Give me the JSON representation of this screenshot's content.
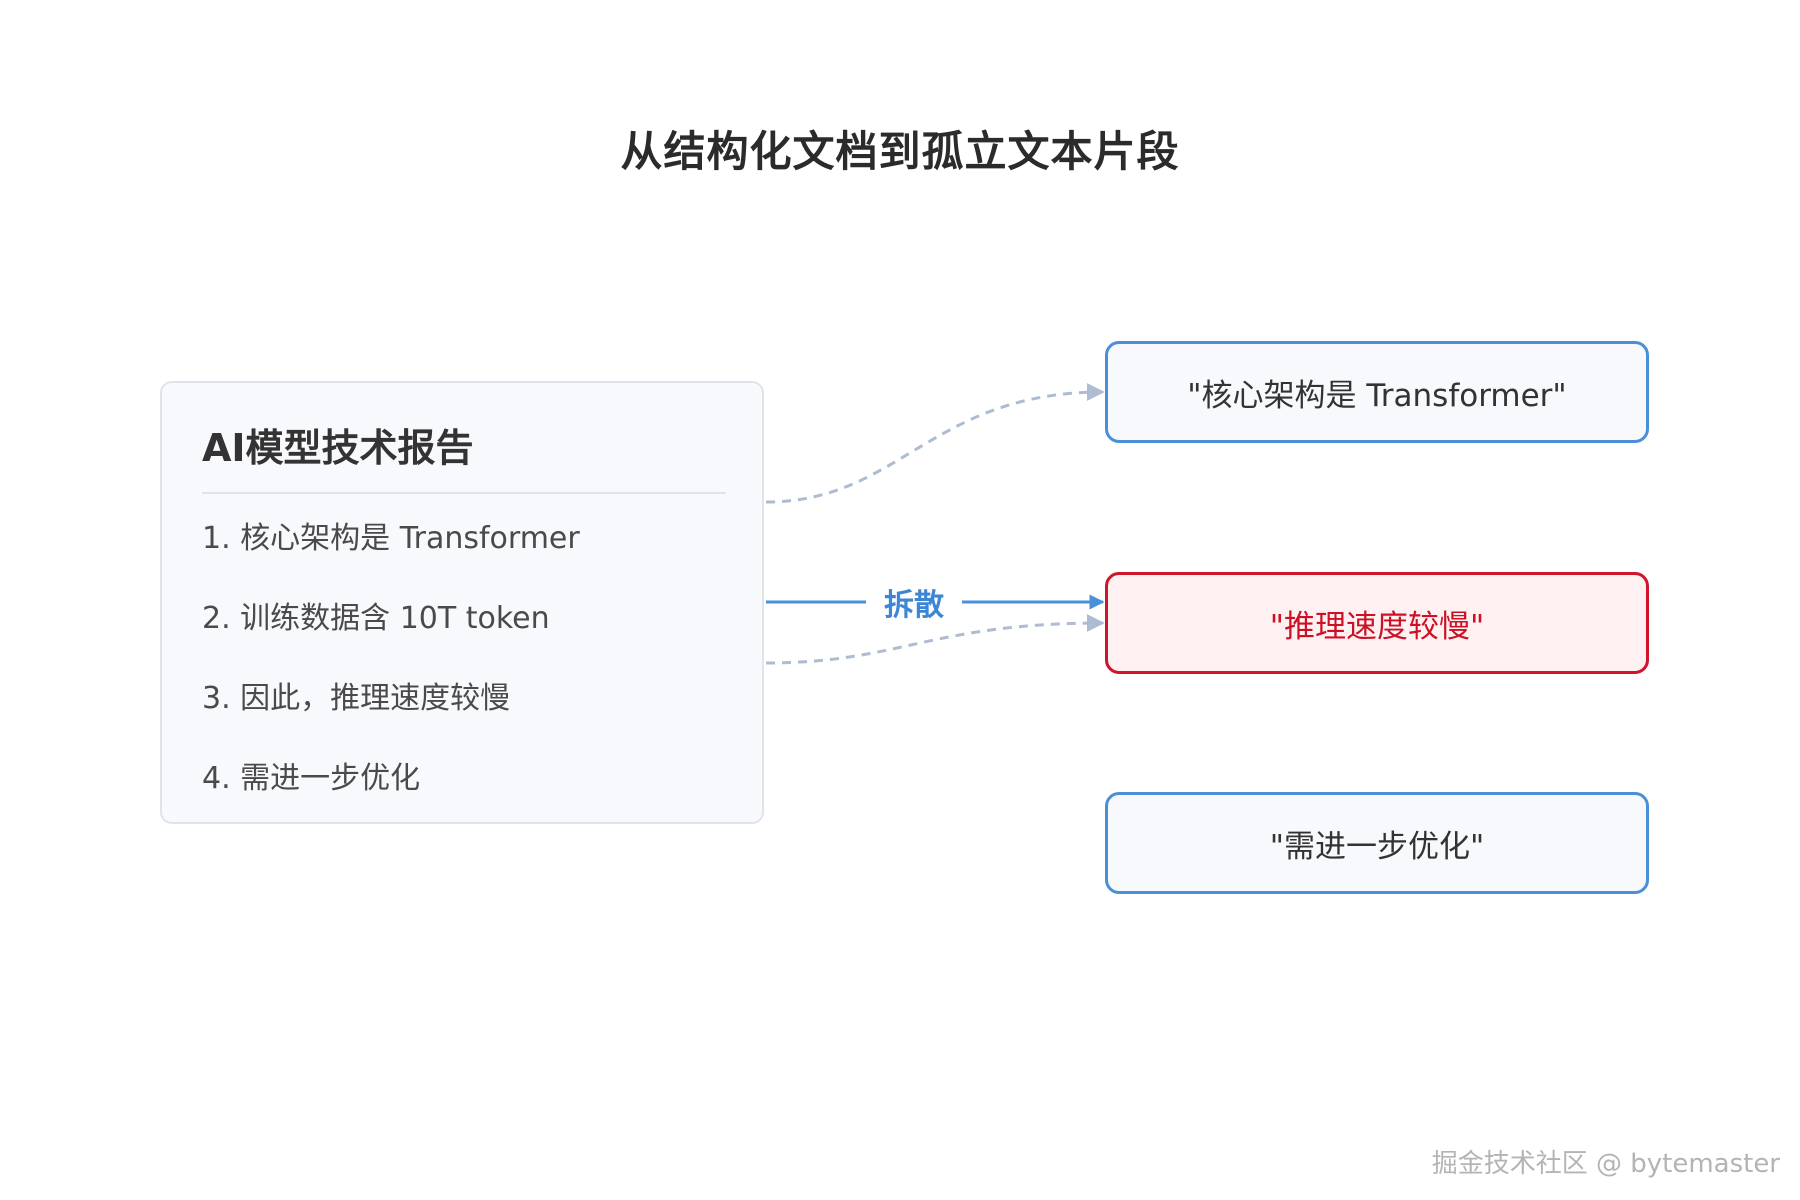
{
  "title": "从结构化文档到孤立文本片段",
  "document": {
    "heading": "AI模型技术报告",
    "items": [
      "1. 核心架构是 Transformer",
      "2. 训练数据含 10T token",
      "3. 因此，推理速度较慢",
      "4. 需进一步优化"
    ]
  },
  "action_label": "拆散",
  "fragments": [
    {
      "text": "\"核心架构是 Transformer\"",
      "highlighted": false
    },
    {
      "text": "\"推理速度较慢\"",
      "highlighted": true
    },
    {
      "text": "\"需进一步优化\"",
      "highlighted": false
    }
  ],
  "colors": {
    "accent_blue": "#4a8fd8",
    "highlight_red": "#d0142c",
    "connector_gray": "#aebcd2"
  },
  "watermark": "掘金技术社区 @ bytemaster"
}
